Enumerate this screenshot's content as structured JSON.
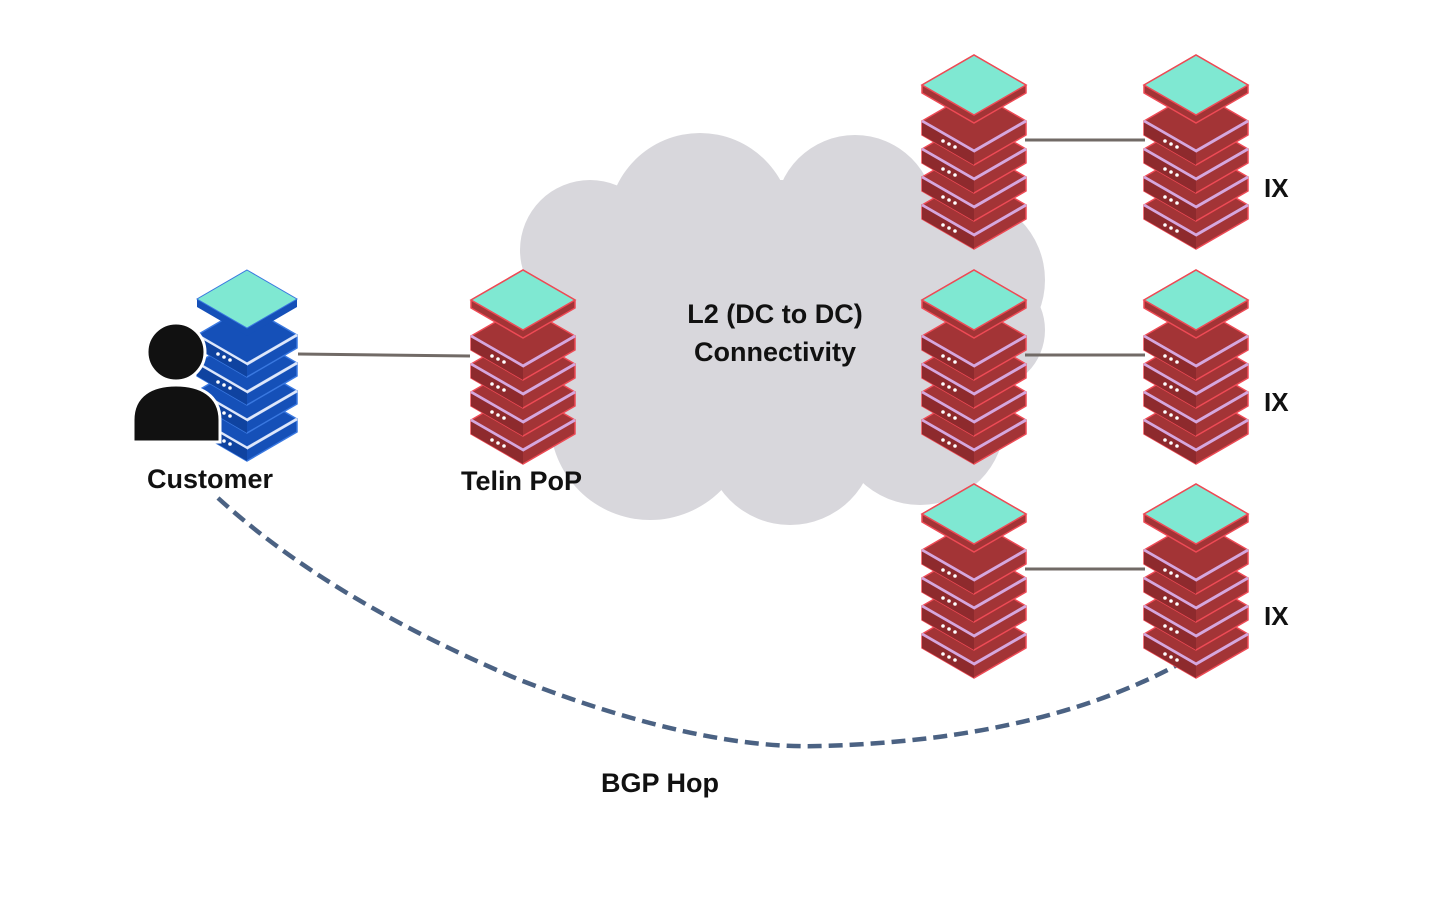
{
  "diagram": {
    "customer_label": "Customer",
    "pop_label": "Telin PoP",
    "cloud_label_line1": "L2 (DC to DC)",
    "cloud_label_line2": "Connectivity",
    "ix_label": "IX",
    "bgp_label": "BGP Hop"
  },
  "colors": {
    "cloud": "#d8d7dc",
    "server_red": "#a33436",
    "server_red_dark": "#7a1f22",
    "server_top": "#7fe8d2",
    "server_blue": "#1550b8",
    "server_blue_top": "#7fe8d2",
    "person": "#111111",
    "link_line": "#716a66",
    "bgp_dash": "#4b6283"
  }
}
